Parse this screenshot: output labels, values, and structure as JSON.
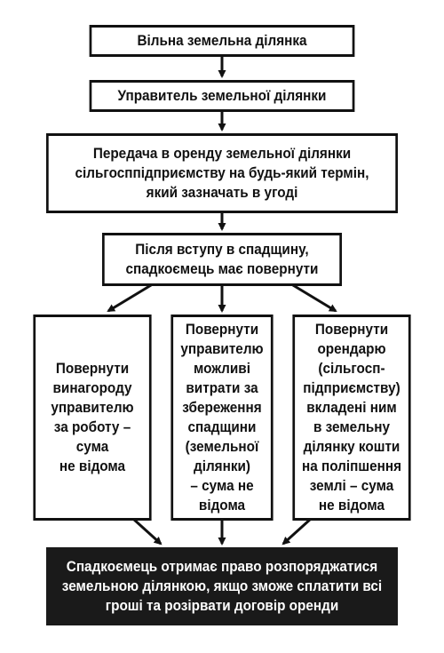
{
  "diagram": {
    "box1": "Вільна земельна ділянка",
    "box2": "Управитель земельної ділянки",
    "box3": "Передача в оренду земельної ділянки\nсільгосппідприємству на будь-який термін,\nякий зазначать в угоді",
    "box4": "Після вступу в спадщину,\nспадкоємець має повернути",
    "box5": "Повернути\nвинагороду\nуправителю\nза роботу –\nсума\nне відома",
    "box6": "Повернути\nуправителю\nможливі\nвитрати за\nзбереження\nспадщини\n(земельної\nділянки)\n– сума не\nвідома",
    "box7": "Повернути\nорендарю\n(сільгосп-\nпідприємству)\nвкладені ним\nв земельну\nділянку кошти\nна поліпшення\nземлі – сума\nне відома",
    "box8": "Спадкоємець отримає право розпоряджатися\nземельною ділянкою, якщо зможе сплатити всі\nгроші та розірвати договір оренди"
  }
}
